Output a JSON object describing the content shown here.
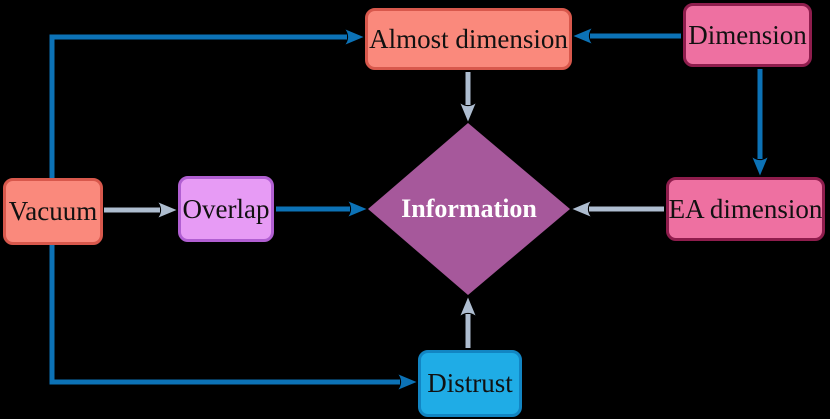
{
  "diagram": {
    "background": "#000000",
    "colors": {
      "arrow_blue": "#0c72b6",
      "arrow_gray": "#aebdd0",
      "salmon_fill": "#fa897c",
      "salmon_border": "#d8584c",
      "pink_fill": "#ee70a1",
      "pink_border": "#8f1d4d",
      "violet_fill": "#e79bf5",
      "violet_border": "#b15fd2",
      "cyan_fill": "#1face6",
      "cyan_border": "#1285c3",
      "diamond_fill": "#a6589b",
      "diamond_text": "#ffffff",
      "node_text": "#111111"
    },
    "nodes": [
      {
        "id": "vacuum",
        "label": "Vacuum",
        "shape": "rounded-rect",
        "fill": "#fa897c",
        "border": "#d8584c"
      },
      {
        "id": "overlap",
        "label": "Overlap",
        "shape": "rounded-rect",
        "fill": "#e79bf5",
        "border": "#b15fd2"
      },
      {
        "id": "almost-dimension",
        "label": "Almost dimension",
        "shape": "rounded-rect",
        "fill": "#fa897c",
        "border": "#d8584c"
      },
      {
        "id": "dimension",
        "label": "Dimension",
        "shape": "rounded-rect",
        "fill": "#ee70a1",
        "border": "#8f1d4d"
      },
      {
        "id": "ea-dimension",
        "label": "EA dimension",
        "shape": "rounded-rect",
        "fill": "#ee70a1",
        "border": "#8f1d4d"
      },
      {
        "id": "distrust",
        "label": "Distrust",
        "shape": "rounded-rect",
        "fill": "#1face6",
        "border": "#1285c3"
      },
      {
        "id": "information",
        "label": "Information",
        "shape": "diamond",
        "fill": "#a6589b",
        "text_color": "#ffffff"
      }
    ],
    "edges": [
      {
        "from": "vacuum",
        "to": "almost-dimension",
        "color": "blue"
      },
      {
        "from": "vacuum",
        "to": "overlap",
        "color": "gray"
      },
      {
        "from": "vacuum",
        "to": "distrust",
        "color": "blue"
      },
      {
        "from": "overlap",
        "to": "information",
        "color": "blue"
      },
      {
        "from": "almost-dimension",
        "to": "information",
        "color": "gray"
      },
      {
        "from": "dimension",
        "to": "almost-dimension",
        "color": "blue"
      },
      {
        "from": "dimension",
        "to": "ea-dimension",
        "color": "blue"
      },
      {
        "from": "ea-dimension",
        "to": "information",
        "color": "gray"
      },
      {
        "from": "distrust",
        "to": "information",
        "color": "gray"
      }
    ]
  }
}
